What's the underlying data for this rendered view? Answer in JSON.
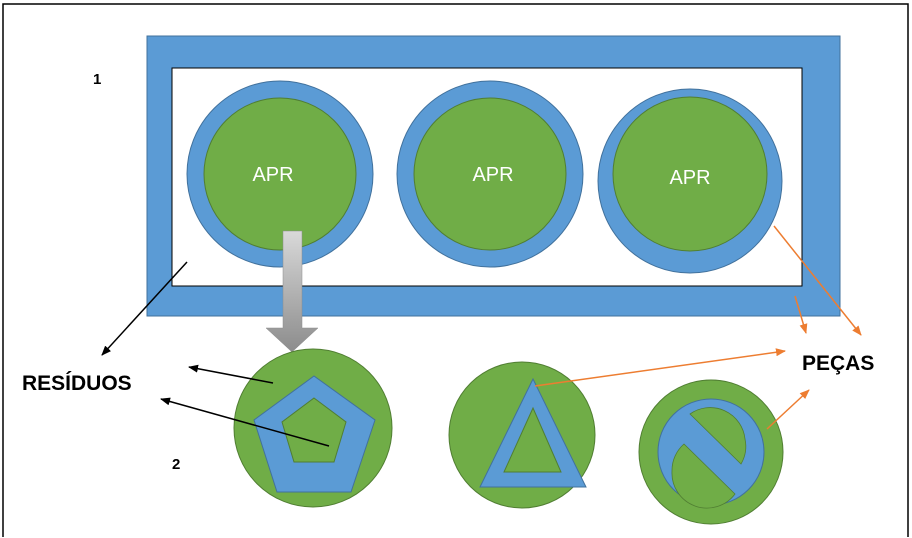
{
  "labels": {
    "section_1": "1",
    "section_2": "2",
    "residues": "RESÍDUOS",
    "parts": "PEÇAS"
  },
  "apr_circles": [
    {
      "label": "APR"
    },
    {
      "label": "APR"
    },
    {
      "label": "APR"
    }
  ],
  "colors": {
    "blue": "#5b9bd5",
    "green": "#70ad47",
    "dark_green": "#507e32",
    "orange": "#ed7d31",
    "gray_arrow": "#a6a6a6",
    "black": "#000000"
  }
}
